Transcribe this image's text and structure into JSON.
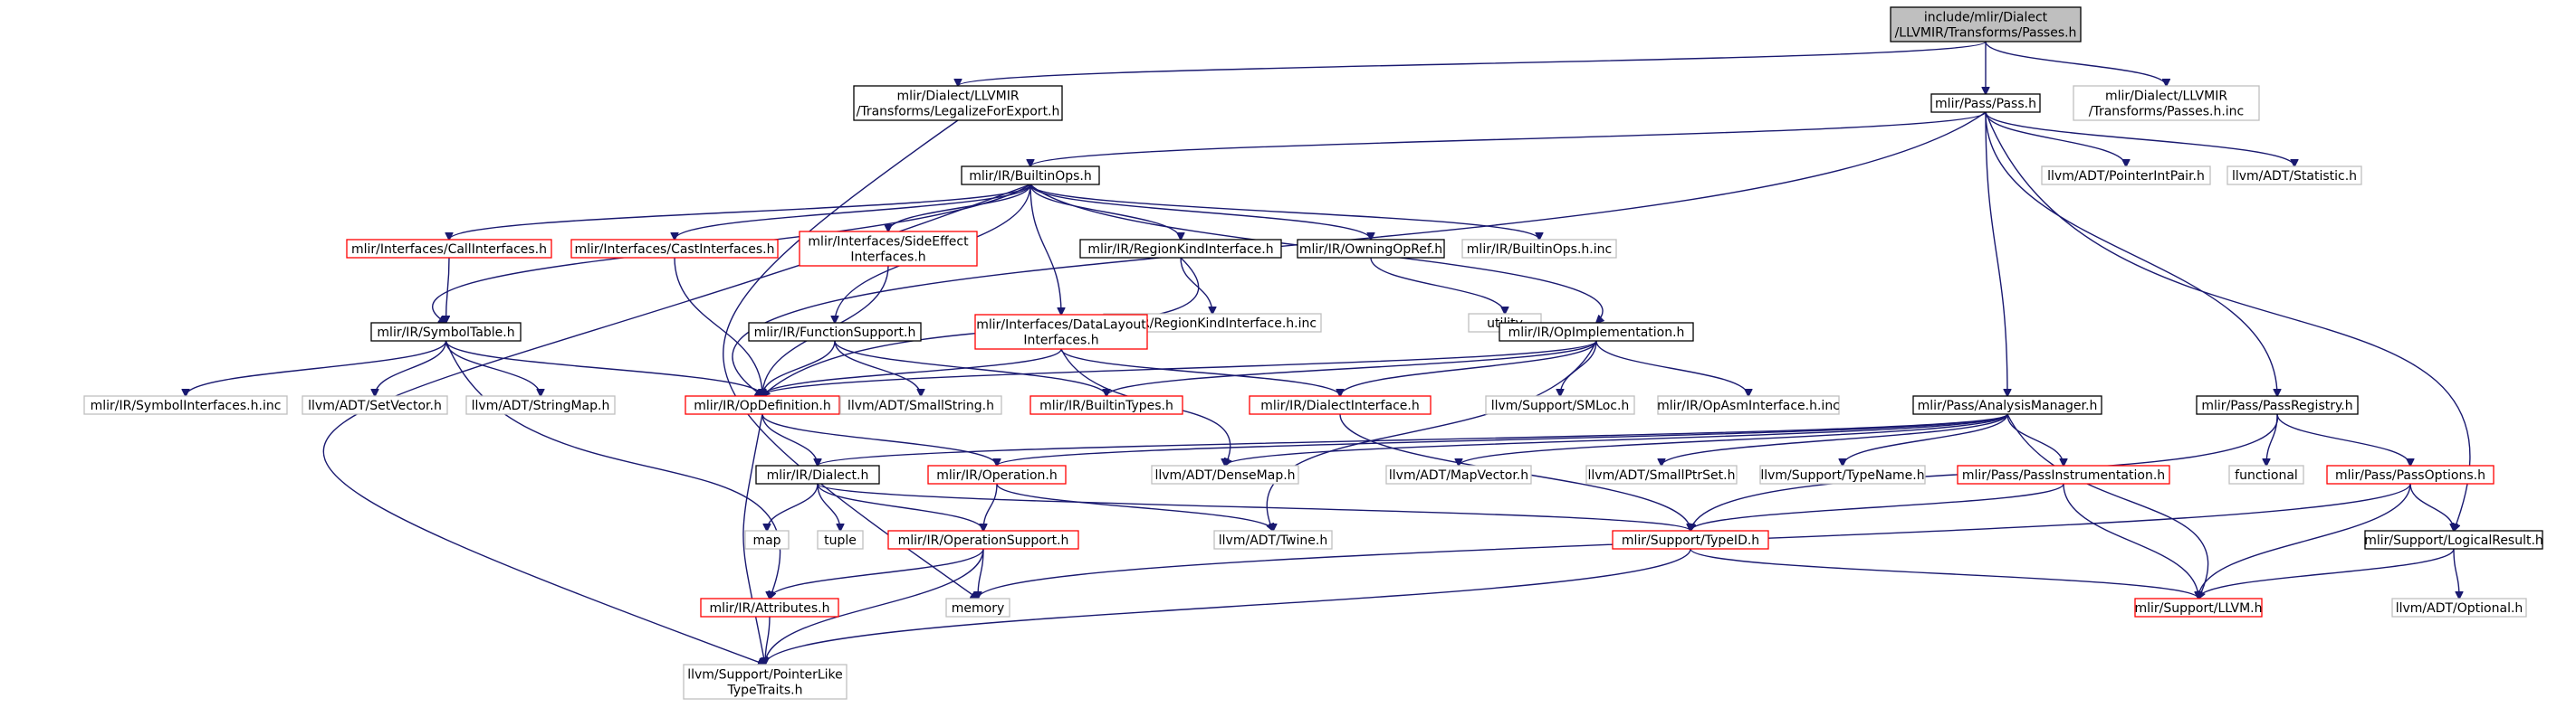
{
  "graph": {
    "nodes": {
      "root": [
        "include/mlir/Dialect",
        "/LLVMIR/Transforms/Passes.h"
      ],
      "legalize": [
        "mlir/Dialect/LLVMIR",
        "/Transforms/LegalizeForExport.h"
      ],
      "passh": [
        "mlir/Pass/Pass.h"
      ],
      "passes_inc": [
        "mlir/Dialect/LLVMIR",
        "/Transforms/Passes.h.inc"
      ],
      "builtinops": [
        "mlir/IR/BuiltinOps.h"
      ],
      "pointerintpair": [
        "llvm/ADT/PointerIntPair.h"
      ],
      "statistic": [
        "llvm/ADT/Statistic.h"
      ],
      "callinterfaces": [
        "mlir/Interfaces/CallInterfaces.h"
      ],
      "castinterfaces": [
        "mlir/Interfaces/CastInterfaces.h"
      ],
      "sideeffect": [
        "mlir/Interfaces/SideEffect",
        "Interfaces.h"
      ],
      "regionkind": [
        "mlir/IR/RegionKindInterface.h"
      ],
      "owningopref": [
        "mlir/IR/OwningOpRef.h"
      ],
      "builtinops_inc": [
        "mlir/IR/BuiltinOps.h.inc"
      ],
      "symboltable": [
        "mlir/IR/SymbolTable.h"
      ],
      "regionkind_inc": [
        "mlir/IR/RegionKindInterface.h.inc"
      ],
      "utility": [
        "utility"
      ],
      "functionsupport": [
        "mlir/IR/FunctionSupport.h"
      ],
      "datalayout": [
        "mlir/Interfaces/DataLayout",
        "Interfaces.h"
      ],
      "opimplementation": [
        "mlir/IR/OpImplementation.h"
      ],
      "symbolinterfaces_inc": [
        "mlir/IR/SymbolInterfaces.h.inc"
      ],
      "setvector": [
        "llvm/ADT/SetVector.h"
      ],
      "stringmap": [
        "llvm/ADT/StringMap.h"
      ],
      "opdefinition": [
        "mlir/IR/OpDefinition.h"
      ],
      "smallstring": [
        "llvm/ADT/SmallString.h"
      ],
      "builtintypes": [
        "mlir/IR/BuiltinTypes.h"
      ],
      "dialectinterface": [
        "mlir/IR/DialectInterface.h"
      ],
      "smloc": [
        "llvm/Support/SMLoc.h"
      ],
      "opasminterface_inc": [
        "mlir/IR/OpAsmInterface.h.inc"
      ],
      "analysismanager": [
        "mlir/Pass/AnalysisManager.h"
      ],
      "passregistry": [
        "mlir/Pass/PassRegistry.h"
      ],
      "dialect": [
        "mlir/IR/Dialect.h"
      ],
      "operation": [
        "mlir/IR/Operation.h"
      ],
      "densemap": [
        "llvm/ADT/DenseMap.h"
      ],
      "mapvector": [
        "llvm/ADT/MapVector.h"
      ],
      "smallptrset": [
        "llvm/ADT/SmallPtrSet.h"
      ],
      "typename": [
        "llvm/Support/TypeName.h"
      ],
      "passinstrumentation": [
        "mlir/Pass/PassInstrumentation.h"
      ],
      "functional": [
        "functional"
      ],
      "passoptions": [
        "mlir/Pass/PassOptions.h"
      ],
      "map": [
        "map"
      ],
      "tuple": [
        "tuple"
      ],
      "operationsupport": [
        "mlir/IR/OperationSupport.h"
      ],
      "twine": [
        "llvm/ADT/Twine.h"
      ],
      "typeid": [
        "mlir/Support/TypeID.h"
      ],
      "logicalresult": [
        "mlir/Support/LogicalResult.h"
      ],
      "attributes": [
        "mlir/IR/Attributes.h"
      ],
      "memory": [
        "memory"
      ],
      "llvmh": [
        "mlir/Support/LLVM.h"
      ],
      "optional": [
        "llvm/ADT/Optional.h"
      ],
      "pointerlike": [
        "llvm/Support/PointerLike",
        "TypeTraits.h"
      ]
    },
    "colors": {
      "edge": "#191970",
      "root_fill": "#bfbfbf",
      "documented_border": "#000000",
      "undocumented_border": "#ff0000",
      "external_border": "#bfbfbf"
    }
  }
}
